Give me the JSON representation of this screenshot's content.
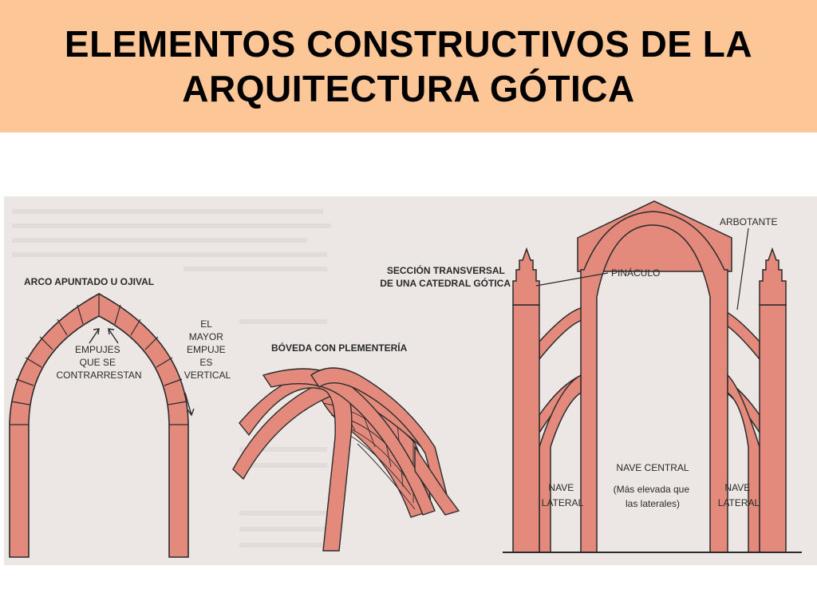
{
  "header": {
    "title_line1": "ELEMENTOS CONSTRUCTIVOS DE LA",
    "title_line2": "ARQUITECTURA GÓTICA"
  },
  "colors": {
    "header_bg": "#fdc697",
    "paper": "#ece7e5",
    "brick": "#e38a7c",
    "outline": "#2b2b2b"
  },
  "arch": {
    "title": "ARCO APUNTADO U OJIVAL",
    "thrust_label": [
      "EMPUJES",
      "QUE SE",
      "CONTRARRESTAN"
    ],
    "vertical_label": [
      "EL",
      "MAYOR",
      "EMPUJE",
      "ES",
      "VERTICAL"
    ]
  },
  "vault": {
    "title": "BÓVEDA CON PLEMENTERÍA"
  },
  "section": {
    "title": [
      "SECCIÓN TRANSVERSAL",
      "DE UNA CATEDRAL GÓTICA"
    ],
    "pinnacle": "PINÁCULO",
    "flying_buttress": "ARBOTANTE",
    "central_nave": "NAVE CENTRAL",
    "central_note": [
      "(Más elevada que",
      "las laterales)"
    ],
    "lateral_left": [
      "NAVE",
      "LATERAL"
    ],
    "lateral_right": [
      "NAVE",
      "LATERAL"
    ]
  }
}
